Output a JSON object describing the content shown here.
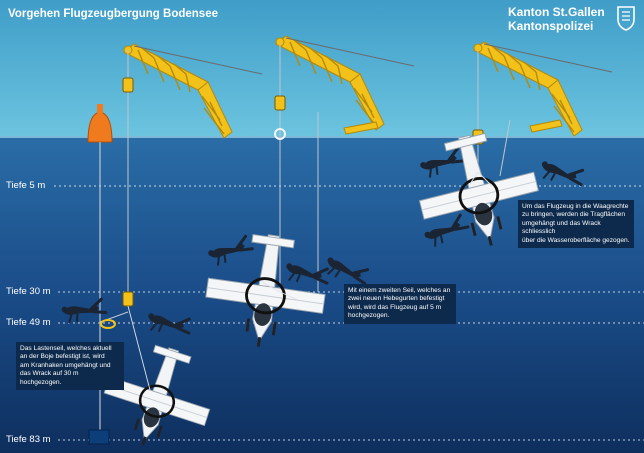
{
  "header": {
    "title": "Vorgehen Flugzeugbergung Bodensee",
    "brand_line1": "Kanton St.Gallen",
    "brand_line2": "Kantonspolizei",
    "logo_icon": "police-shield-icon"
  },
  "depth_labels": [
    "Tiefe 5 m",
    "Tiefe 30 m",
    "Tiefe 49 m",
    "Tiefe 83 m"
  ],
  "notes": {
    "step1": [
      "Das Lastenseil, welches aktuell",
      "an der Boje befestigt ist, wird",
      "am Kranhaken umgehängt und",
      "das Wrack auf 30 m hochgezogen."
    ],
    "step2": [
      "Mit einem zweiten Seil, welches an",
      "zwei neuen Hebegurten befestigt",
      "wird, wird das Flugzeug auf 5 m",
      "hochgezogen."
    ],
    "step3": [
      "Um das Flugzeug in die Waagrechte",
      "zu bringen, werden die Tragflächen",
      "umgehängt und das Wrack schliesslich",
      "über die Wasseroberfläche gezogen."
    ]
  },
  "colors": {
    "sky_top": "#3f9dc8",
    "sky_bottom": "#6cc4df",
    "water_top": "#2a6da7",
    "water_bottom": "#0e2f5e",
    "crane": "#f2c21a",
    "buoy": "#f07a1e",
    "note_bg": "#0d2a4d"
  }
}
